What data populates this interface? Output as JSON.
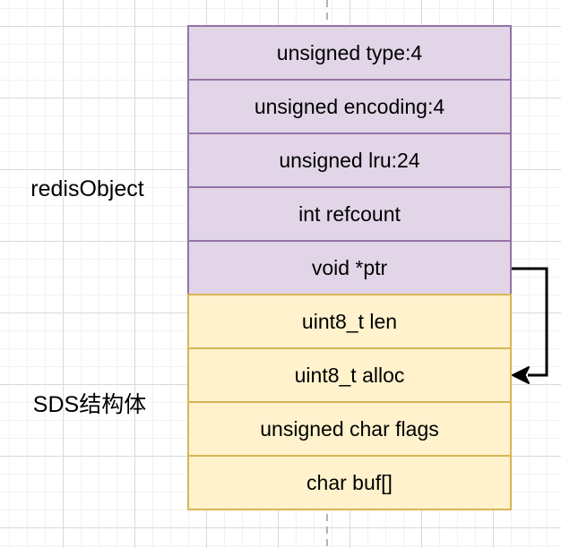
{
  "diagram": {
    "groups": [
      {
        "label": "redisObject",
        "fill": "#E1D5E7",
        "stroke": "#9673A6",
        "rows": [
          "unsigned type:4",
          "unsigned encoding:4",
          "unsigned lru:24",
          "int refcount",
          "void *ptr"
        ]
      },
      {
        "label": "SDS结构体",
        "fill": "#FFF2CC",
        "stroke": "#D6B656",
        "rows": [
          "uint8_t len",
          "uint8_t alloc",
          "unsigned char flags",
          "char buf[]"
        ]
      }
    ],
    "arrow": {
      "from_row": "void *ptr",
      "to_row": "uint8_t alloc",
      "color": "#000000"
    },
    "canvas": {
      "background": "#FFFFFF",
      "grid_minor_color": "#F2F2F2",
      "grid_major_color": "#D9D9D9",
      "dashed_guide_color": "#B3B3B3"
    }
  }
}
